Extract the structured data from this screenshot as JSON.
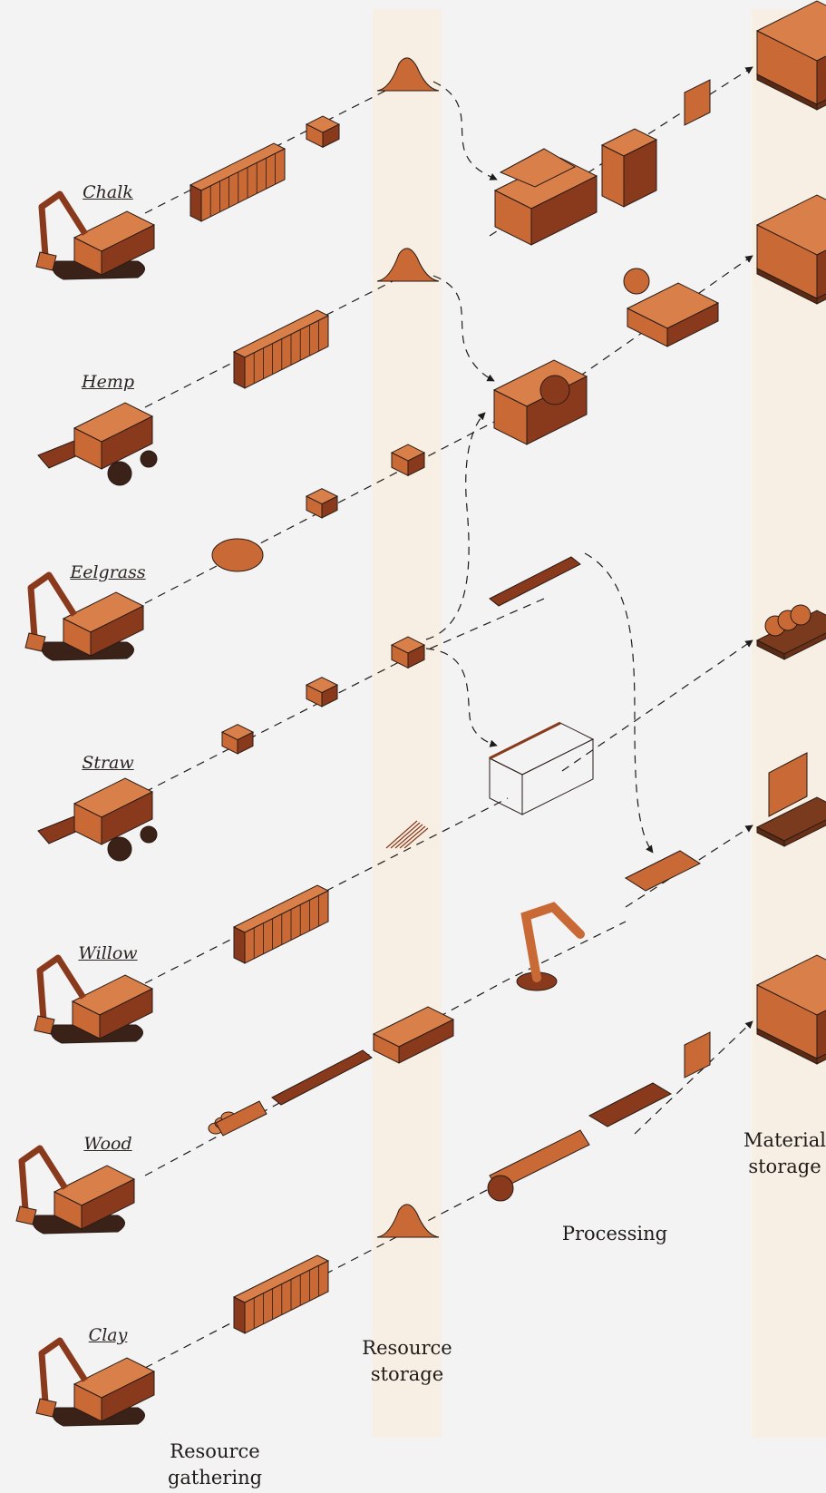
{
  "colors": {
    "background": "#f3f3f3",
    "band": "#f7efe4",
    "orange": "#c96a36",
    "orange_light": "#d9804a",
    "orange_dark": "#8a3a1c",
    "outline": "#2a1a14"
  },
  "resources": [
    {
      "name": "Chalk",
      "machine": "excavator-bucket"
    },
    {
      "name": "Hemp",
      "machine": "combine-harvester"
    },
    {
      "name": "Eelgrass",
      "machine": "excavator-rake"
    },
    {
      "name": "Straw",
      "machine": "combine-harvester"
    },
    {
      "name": "Willow",
      "machine": "excavator-hammer"
    },
    {
      "name": "Wood",
      "machine": "excavator-grapple"
    },
    {
      "name": "Clay",
      "machine": "excavator-bucket"
    }
  ],
  "columns": {
    "resource_gathering": "Resource gathering",
    "resource_storage": "Resource storage",
    "processing": "Processing",
    "material_storage": "Material storage"
  }
}
